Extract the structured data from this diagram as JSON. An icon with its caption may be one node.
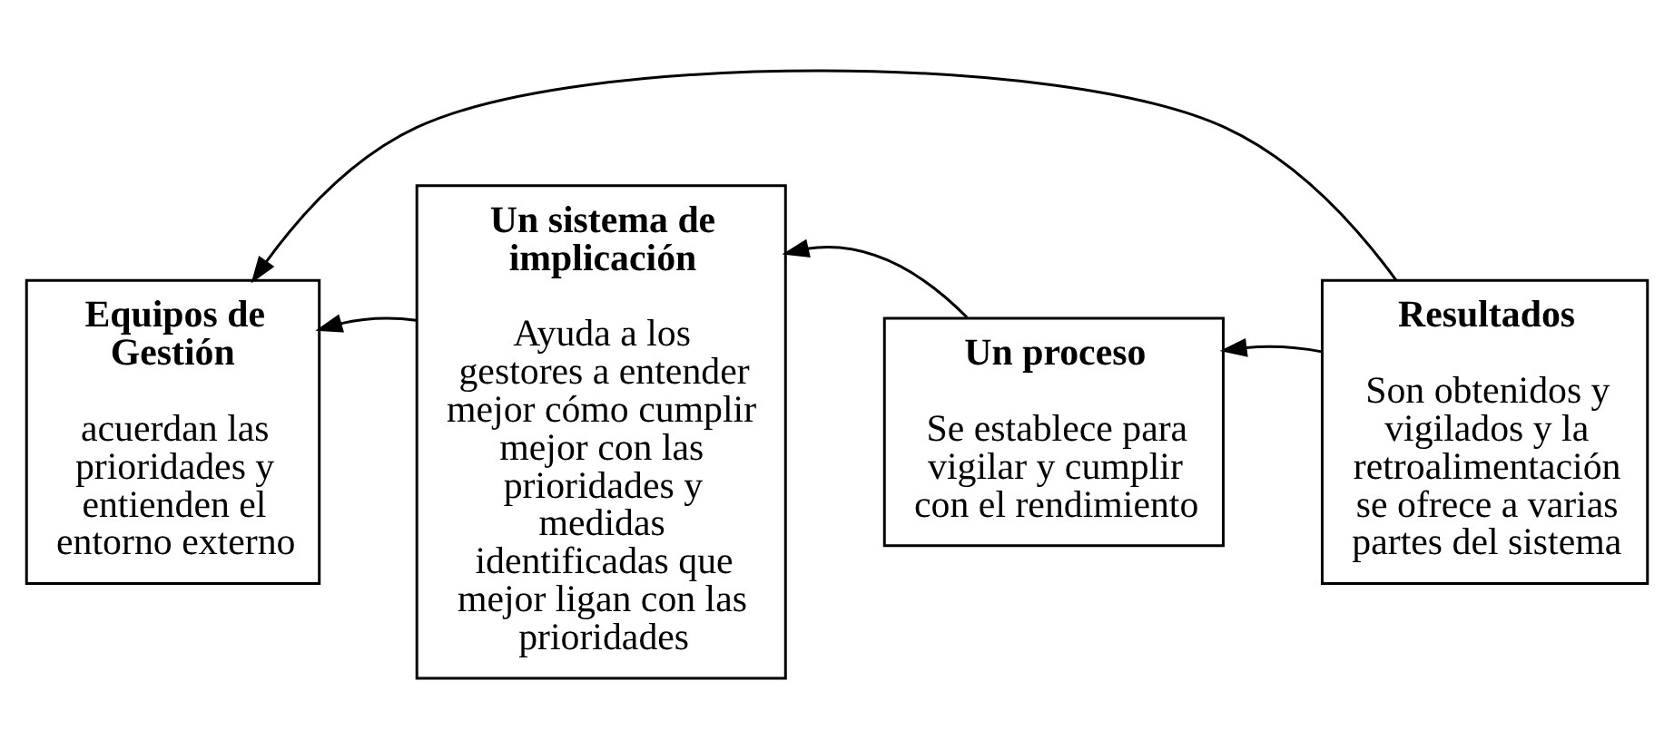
{
  "diagram": {
    "nodes": [
      {
        "text": [
          "Equipos de Gestión",
          "acuerdan las prioridades y entienden el entorno externo"
        ]
      },
      {
        "text": [
          "Un sistema de implicación",
          "Ayuda a los gestores a entender mejor cómo cumplir mejor con las prioridades y medidas identificadas que mejor ligan con las prioridades"
        ]
      },
      {
        "text": [
          "Un proceso",
          "Se establece para vigilar y cumplir con el rendimiento"
        ]
      },
      {
        "text": [
          "Resultados",
          "Son obtenidos y vigilados y la retroalimentación se ofrece a varias partes del sistema"
        ]
      }
    ],
    "edges": [
      {
        "from": 1,
        "to": 0,
        "arrow": "to"
      },
      {
        "from": 2,
        "to": 1,
        "arrow": "to"
      },
      {
        "from": 3,
        "to": 2,
        "arrow": "to"
      },
      {
        "from": 3,
        "to": 0,
        "arrow": "to"
      }
    ]
  }
}
